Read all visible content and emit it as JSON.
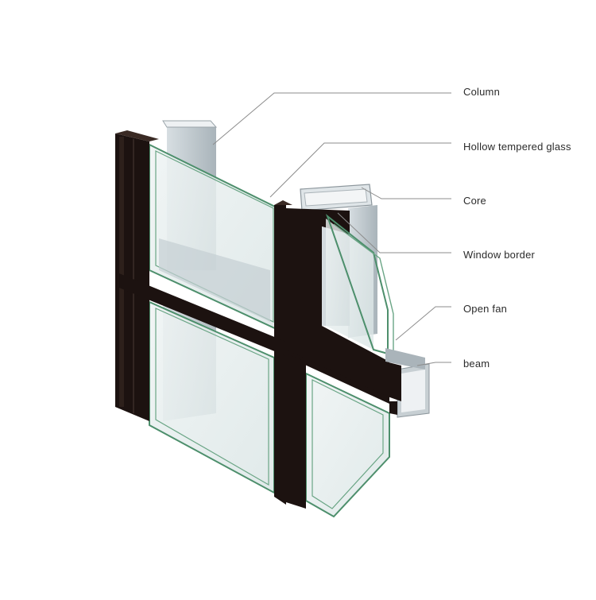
{
  "callouts": [
    {
      "label": "Column"
    },
    {
      "label": "Hollow tempered glass"
    },
    {
      "label": "Core"
    },
    {
      "label": "Window border"
    },
    {
      "label": "Open fan"
    },
    {
      "label": "beam"
    }
  ],
  "colors": {
    "frame": "#1c1210",
    "frame_edge": "#3a2a24",
    "glass_fill": "#e3ecec",
    "glass_edge": "#4d8f6c",
    "aluminum": "#b7c1c6",
    "aluminum_light": "#dfe5e8",
    "leader_line": "#8c8c8c",
    "text": "#2b2b2b"
  }
}
